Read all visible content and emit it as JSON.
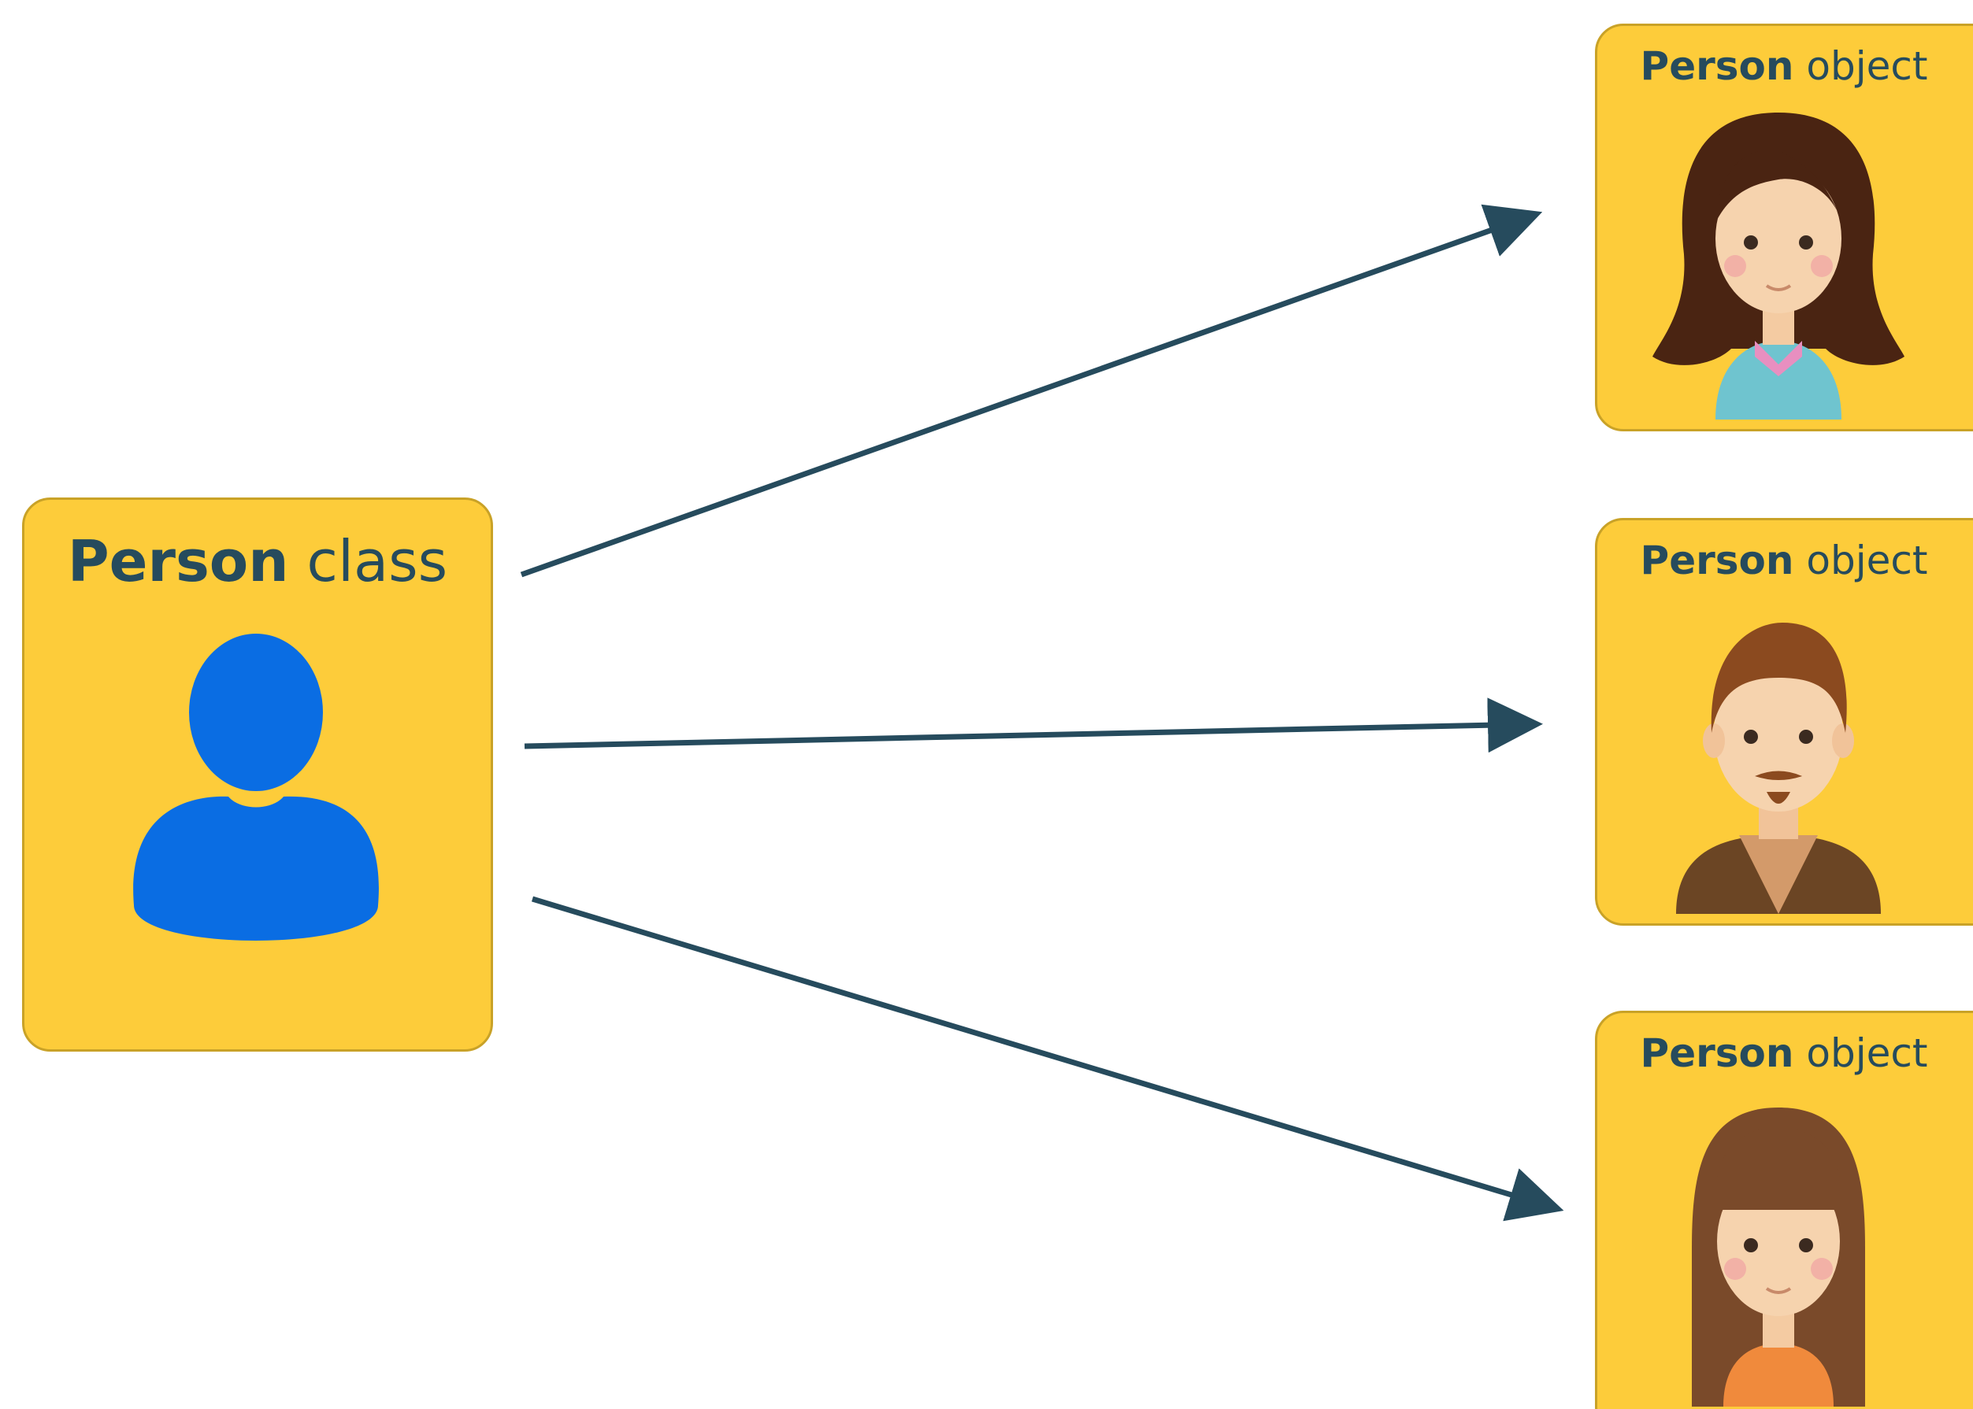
{
  "class_card": {
    "title_strong": "Person",
    "title_light": "class",
    "icon": "person-silhouette-icon",
    "icon_color": "#0a6de3"
  },
  "object_cards": [
    {
      "title_strong": "Person",
      "title_light": "object",
      "icon": "woman-dark-hair-avatar-icon"
    },
    {
      "title_strong": "Person",
      "title_light": "object",
      "icon": "man-beard-avatar-icon"
    },
    {
      "title_strong": "Person",
      "title_light": "object",
      "icon": "woman-bangs-avatar-icon"
    }
  ],
  "colors": {
    "card_fill": "#fdcc3a",
    "title_text": "#264b5d",
    "arrow": "#264b5d"
  }
}
